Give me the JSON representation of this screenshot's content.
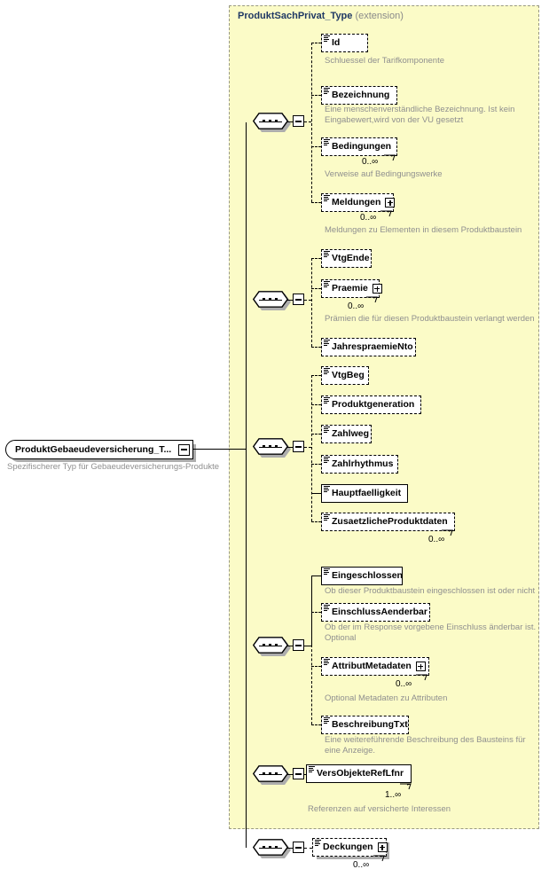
{
  "diagram": {
    "type": "xsd-schema-tree",
    "root": {
      "name": "ProduktGebaeudeversicherung_T...",
      "annotation": "Spezifischerer Typ für Gebaeudeversicherungs-Produkte",
      "toggle": "minus"
    },
    "extension_container": {
      "type_name": "ProduktSachPrivat_Type",
      "keyword": "(extension)"
    },
    "groups": [
      {
        "id": "group-1",
        "compositor": "sequence",
        "elements": [
          {
            "name": "Id",
            "required": false,
            "repeating": false,
            "expandable": false,
            "cardinality": "",
            "annotation": "Schluessel der Tarifkomponente"
          },
          {
            "name": "Bezeichnung",
            "required": false,
            "repeating": false,
            "expandable": false,
            "cardinality": "",
            "annotation": "Eine menschenverständliche Bezeichnung. Ist kein\nEingabewert,wird von der VU gesetzt"
          },
          {
            "name": "Bedingungen",
            "required": false,
            "repeating": true,
            "expandable": false,
            "cardinality": "0..∞",
            "annotation": "Verweise auf Bedingungswerke"
          },
          {
            "name": "Meldungen",
            "required": false,
            "repeating": true,
            "expandable": true,
            "cardinality": "0..∞",
            "annotation": "Meldungen zu Elementen in diesem Produktbaustein"
          }
        ]
      },
      {
        "id": "group-2",
        "compositor": "sequence",
        "elements": [
          {
            "name": "VtgEnde",
            "required": false,
            "repeating": false,
            "expandable": false,
            "cardinality": "",
            "annotation": ""
          },
          {
            "name": "Praemie",
            "required": false,
            "repeating": true,
            "expandable": true,
            "cardinality": "0..∞",
            "annotation": "Prämien die für diesen Produktbaustein verlangt werden"
          },
          {
            "name": "JahrespraemieNto",
            "required": false,
            "repeating": false,
            "expandable": false,
            "cardinality": "",
            "annotation": ""
          }
        ]
      },
      {
        "id": "group-3",
        "compositor": "sequence",
        "elements": [
          {
            "name": "VtgBeg",
            "required": false,
            "repeating": false,
            "expandable": false,
            "cardinality": "",
            "annotation": ""
          },
          {
            "name": "Produktgeneration",
            "required": false,
            "repeating": false,
            "expandable": false,
            "cardinality": "",
            "annotation": ""
          },
          {
            "name": "Zahlweg",
            "required": false,
            "repeating": false,
            "expandable": false,
            "cardinality": "",
            "annotation": ""
          },
          {
            "name": "Zahlrhythmus",
            "required": false,
            "repeating": false,
            "expandable": false,
            "cardinality": "",
            "annotation": ""
          },
          {
            "name": "Hauptfaelligkeit",
            "required": true,
            "repeating": false,
            "expandable": false,
            "cardinality": "",
            "annotation": ""
          },
          {
            "name": "ZusaetzlicheProduktdaten",
            "required": false,
            "repeating": true,
            "expandable": false,
            "cardinality": "0..∞",
            "annotation": ""
          }
        ]
      },
      {
        "id": "group-4",
        "compositor": "sequence",
        "elements": [
          {
            "name": "Eingeschlossen",
            "required": true,
            "repeating": false,
            "expandable": false,
            "cardinality": "",
            "annotation": "Ob dieser Produktbaustein eingeschlossen ist oder nicht"
          },
          {
            "name": "EinschlussAenderbar",
            "required": false,
            "repeating": false,
            "expandable": false,
            "cardinality": "",
            "annotation": "Ob der im Response vorgebene Einschluss änderbar ist.\nOptional"
          },
          {
            "name": "AttributMetadaten",
            "required": false,
            "repeating": true,
            "expandable": true,
            "cardinality": "0..∞",
            "annotation": "Optional Metadaten zu Attributen"
          },
          {
            "name": "BeschreibungTxt",
            "required": false,
            "repeating": false,
            "expandable": false,
            "cardinality": "",
            "annotation": "Eine weitereführende Beschreibung des Bausteins für\neine Anzeige."
          }
        ]
      },
      {
        "id": "group-5",
        "compositor": "sequence",
        "elements": [
          {
            "name": "VersObjekteRefLfnr",
            "required": true,
            "repeating": true,
            "expandable": false,
            "cardinality": "1..∞",
            "annotation": "Referenzen auf versicherte Interessen"
          }
        ]
      },
      {
        "id": "group-6",
        "compositor": "sequence",
        "elements": [
          {
            "name": "Deckungen",
            "required": false,
            "repeating": true,
            "expandable": true,
            "cardinality": "0..∞",
            "annotation": ""
          }
        ]
      }
    ],
    "colors": {
      "extension_background": "#fbfbc7",
      "extension_border": "#999983",
      "type_name_text": "#1f3864",
      "annotation_text": "#8f8f8f",
      "line": "#000000",
      "shadow": "#adadad",
      "page_background": "#ffffff"
    }
  }
}
